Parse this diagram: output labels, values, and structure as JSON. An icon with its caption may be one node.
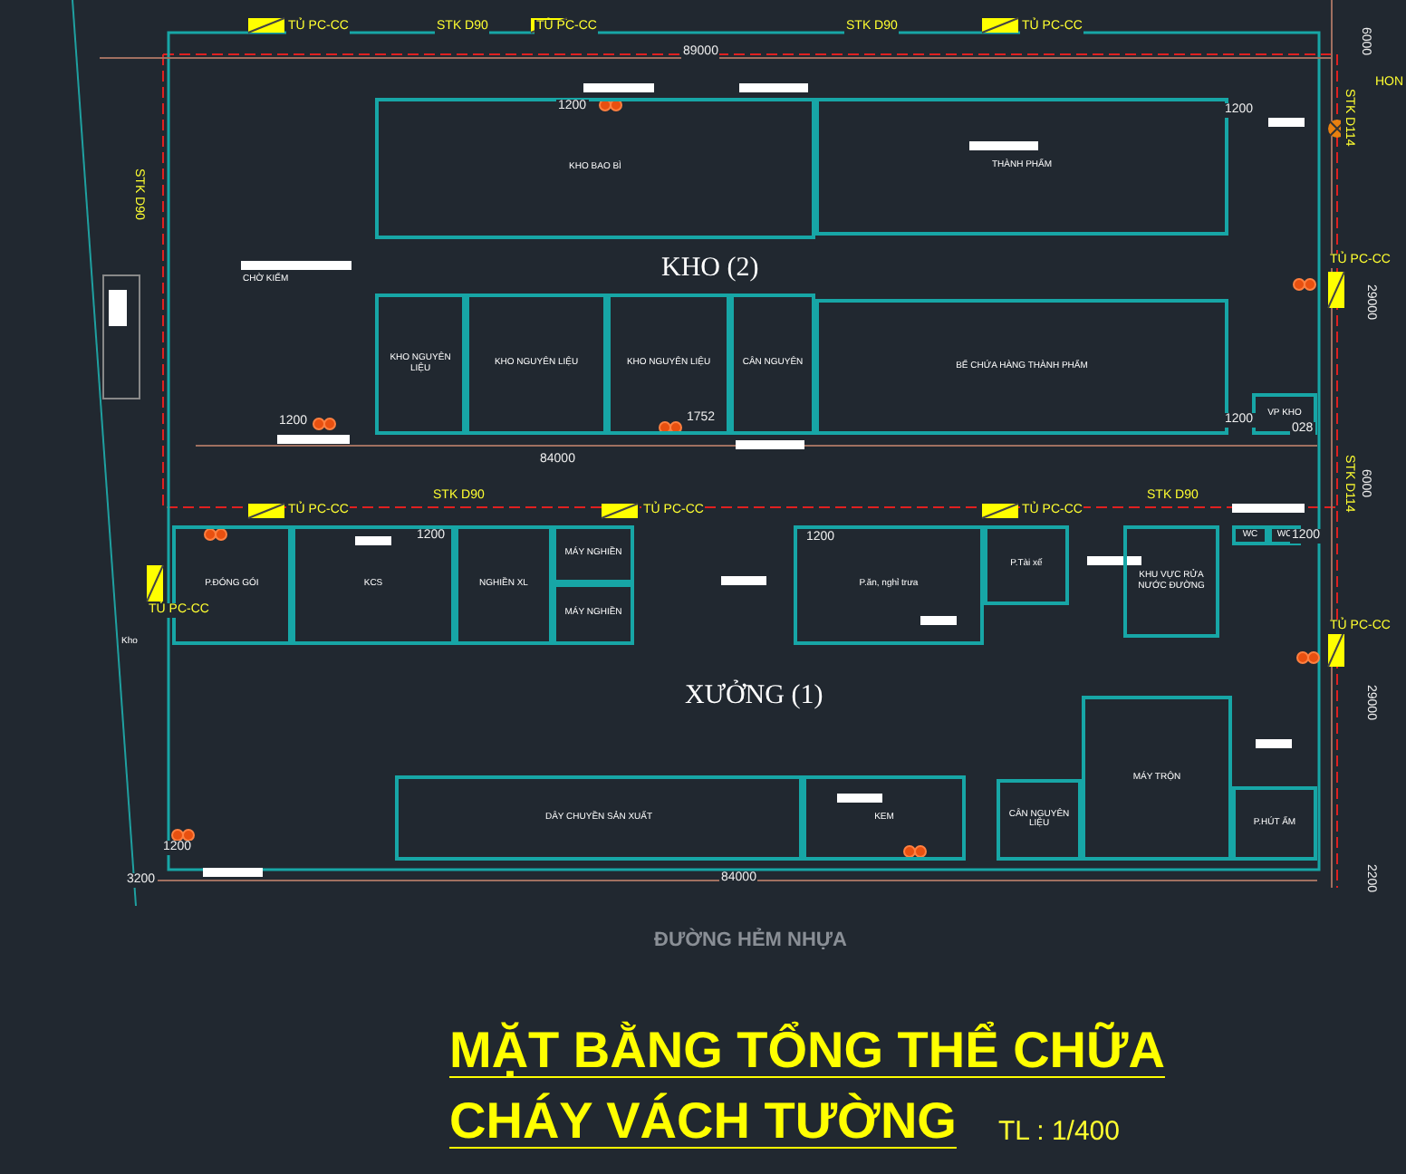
{
  "diagram": {
    "title": "MẶT BẰNG TỔNG THỂ CHỮA CHÁY VÁCH TƯỜNG",
    "nodes": [
      {
        "text": [
          "KHO (2)"
        ]
      },
      {
        "text": [
          "KHO BAO BÌ"
        ],
        "in": 0
      },
      {
        "text": [
          "THÀNH PHẨM"
        ],
        "in": 0
      },
      {
        "text": [
          "KHO NGUYÊN LIỆU"
        ],
        "in": 0
      },
      {
        "text": [
          "KHO NGUYÊN LIỆU"
        ],
        "in": 0
      },
      {
        "text": [
          "KHO NGUYÊN LIỆU"
        ],
        "in": 0
      },
      {
        "text": [
          "CÂN NGUYÊN"
        ],
        "in": 0
      },
      {
        "text": [
          "BỂ CHỨA HÀNG THÀNH PHẨM"
        ],
        "in": 0
      },
      {
        "text": [
          "VP KHO"
        ],
        "in": 0
      },
      {
        "text": [
          "XƯỞNG (1)"
        ]
      },
      {
        "text": [
          "P.ĐÓNG GÓI"
        ],
        "in": 9
      },
      {
        "text": [
          "KCS"
        ],
        "in": 9
      },
      {
        "text": [
          "NGHIỀN XL"
        ],
        "in": 9
      },
      {
        "text": [
          "MÁY NGHIỀN"
        ],
        "in": 9
      },
      {
        "text": [
          "MÁY NGHIỀN"
        ],
        "in": 9
      },
      {
        "text": [
          "P.ăn, nghỉ trưa"
        ],
        "in": 9
      },
      {
        "text": [
          "P.Tài xế"
        ],
        "in": 9
      },
      {
        "text": [
          "KHU VỰC RỬA NƯỚC ĐƯỜNG"
        ],
        "in": 9
      },
      {
        "text": [
          "WC"
        ],
        "in": 9
      },
      {
        "text": [
          "WC"
        ],
        "in": 9
      },
      {
        "text": [
          "DÂY CHUYỀN SẢN XUẤT"
        ],
        "in": 9
      },
      {
        "text": [
          "KEM"
        ],
        "in": 9
      },
      {
        "text": [
          "CÂN NGUYÊN LIỆU"
        ],
        "in": 9
      },
      {
        "text": [
          "MÁY TRỘN"
        ],
        "in": 9
      },
      {
        "text": [
          "P.HÚT ẨM"
        ],
        "in": 9
      }
    ],
    "labels": [
      "TỦ PC-CC",
      "STK D90",
      "TỦ PC-CC",
      "STK D90",
      "TỦ PC-CC",
      "6000",
      "STK D114",
      "89000",
      "1200",
      "1200",
      "STK D90",
      "CHỜ KIỂM",
      "TỦ PC-CC",
      "29000",
      "1200",
      "1752",
      "1200",
      "028",
      "84000",
      "STK D114",
      "TỦ PC-CC",
      "STK D90",
      "TỦ PC-CC",
      "STK D90",
      "TỦ PC-CC",
      "6000",
      "1200",
      "1200",
      "1200",
      "TỦ PC-CC",
      "TỦ PC-CC",
      "Kho",
      "29000",
      "1200",
      "3200",
      "84000",
      "2200",
      "ĐƯỜNG HẺM NHỰA",
      "TL : 1/400",
      "HON"
    ]
  }
}
